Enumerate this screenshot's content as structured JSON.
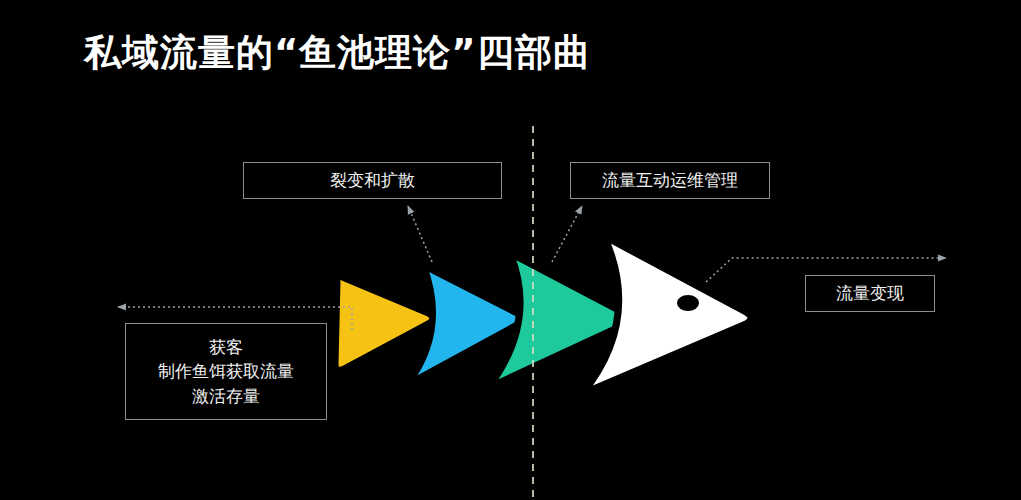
{
  "diagram": {
    "title": "私域流量的“鱼池理论”四部曲",
    "nodes": [
      {
        "text": [
          "裂变和扩散"
        ]
      },
      {
        "text": [
          "流量互动运维管理"
        ]
      },
      {
        "text": [
          "流量变现"
        ]
      },
      {
        "text": [
          "获客",
          "制作鱼饵获取流量",
          "激活存量"
        ]
      }
    ]
  }
}
